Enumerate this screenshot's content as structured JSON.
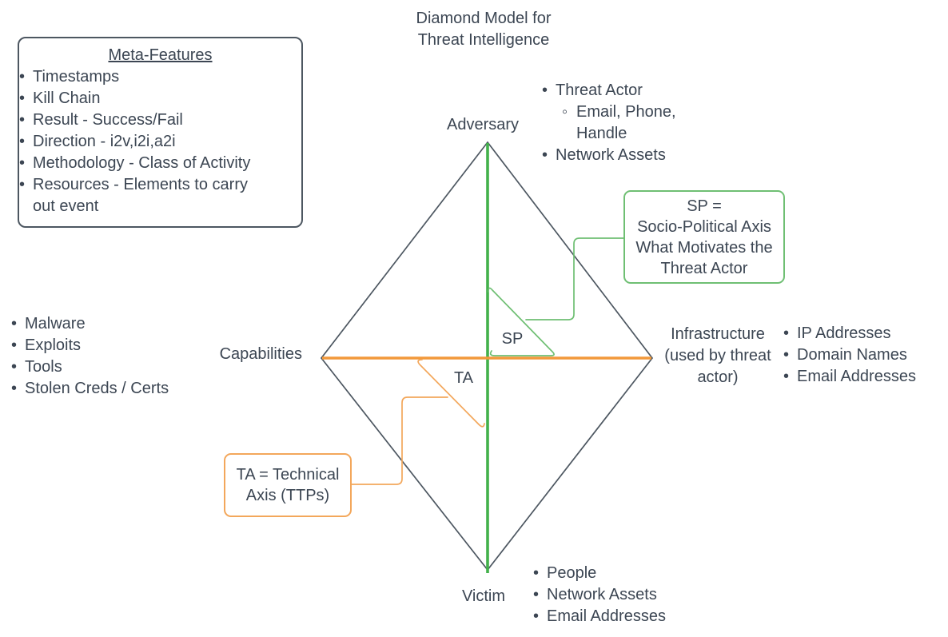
{
  "title": {
    "line1": "Diamond Model for",
    "line2": "Threat Intelligence"
  },
  "meta_features": {
    "title": "Meta-Features",
    "items": [
      "Timestamps",
      "Kill Chain",
      "Result - Success/Fail",
      "Direction - i2v,i2i,a2i",
      "Methodology - Class of Activity",
      "Resources -  Elements to carry out event"
    ]
  },
  "adversary": {
    "label": "Adversary",
    "items": [
      "Threat Actor",
      "Network Assets"
    ],
    "sub_items": [
      "Email, Phone, Handle"
    ]
  },
  "capabilities": {
    "label": "Capabilities",
    "items": [
      "Malware",
      "Exploits",
      "Tools",
      "Stolen Creds / Certs"
    ]
  },
  "infrastructure": {
    "label_lines": [
      "Infrastructure",
      "(used by threat",
      "actor)"
    ],
    "items": [
      "IP Addresses",
      "Domain Names",
      "Email Addresses"
    ]
  },
  "victim": {
    "label": "Victim",
    "items": [
      "People",
      "Network Assets",
      "Email Addresses"
    ]
  },
  "axes": {
    "sp_label": "SP",
    "ta_label": "TA",
    "sp_callout_lines": [
      "SP =",
      "Socio-Political Axis",
      "What Motivates the",
      "Threat Actor"
    ],
    "ta_callout_lines": [
      "TA = Technical",
      "Axis (TTPs)"
    ]
  },
  "colors": {
    "sp_axis_green": "#43b14b",
    "sp_callout_green": "#6fbf73",
    "ta_axis_orange": "#f2993b",
    "ta_callout_orange": "#f3a75b",
    "diamond_line": "#4d5761",
    "text": "#3c4653",
    "background": "#ffffff"
  }
}
